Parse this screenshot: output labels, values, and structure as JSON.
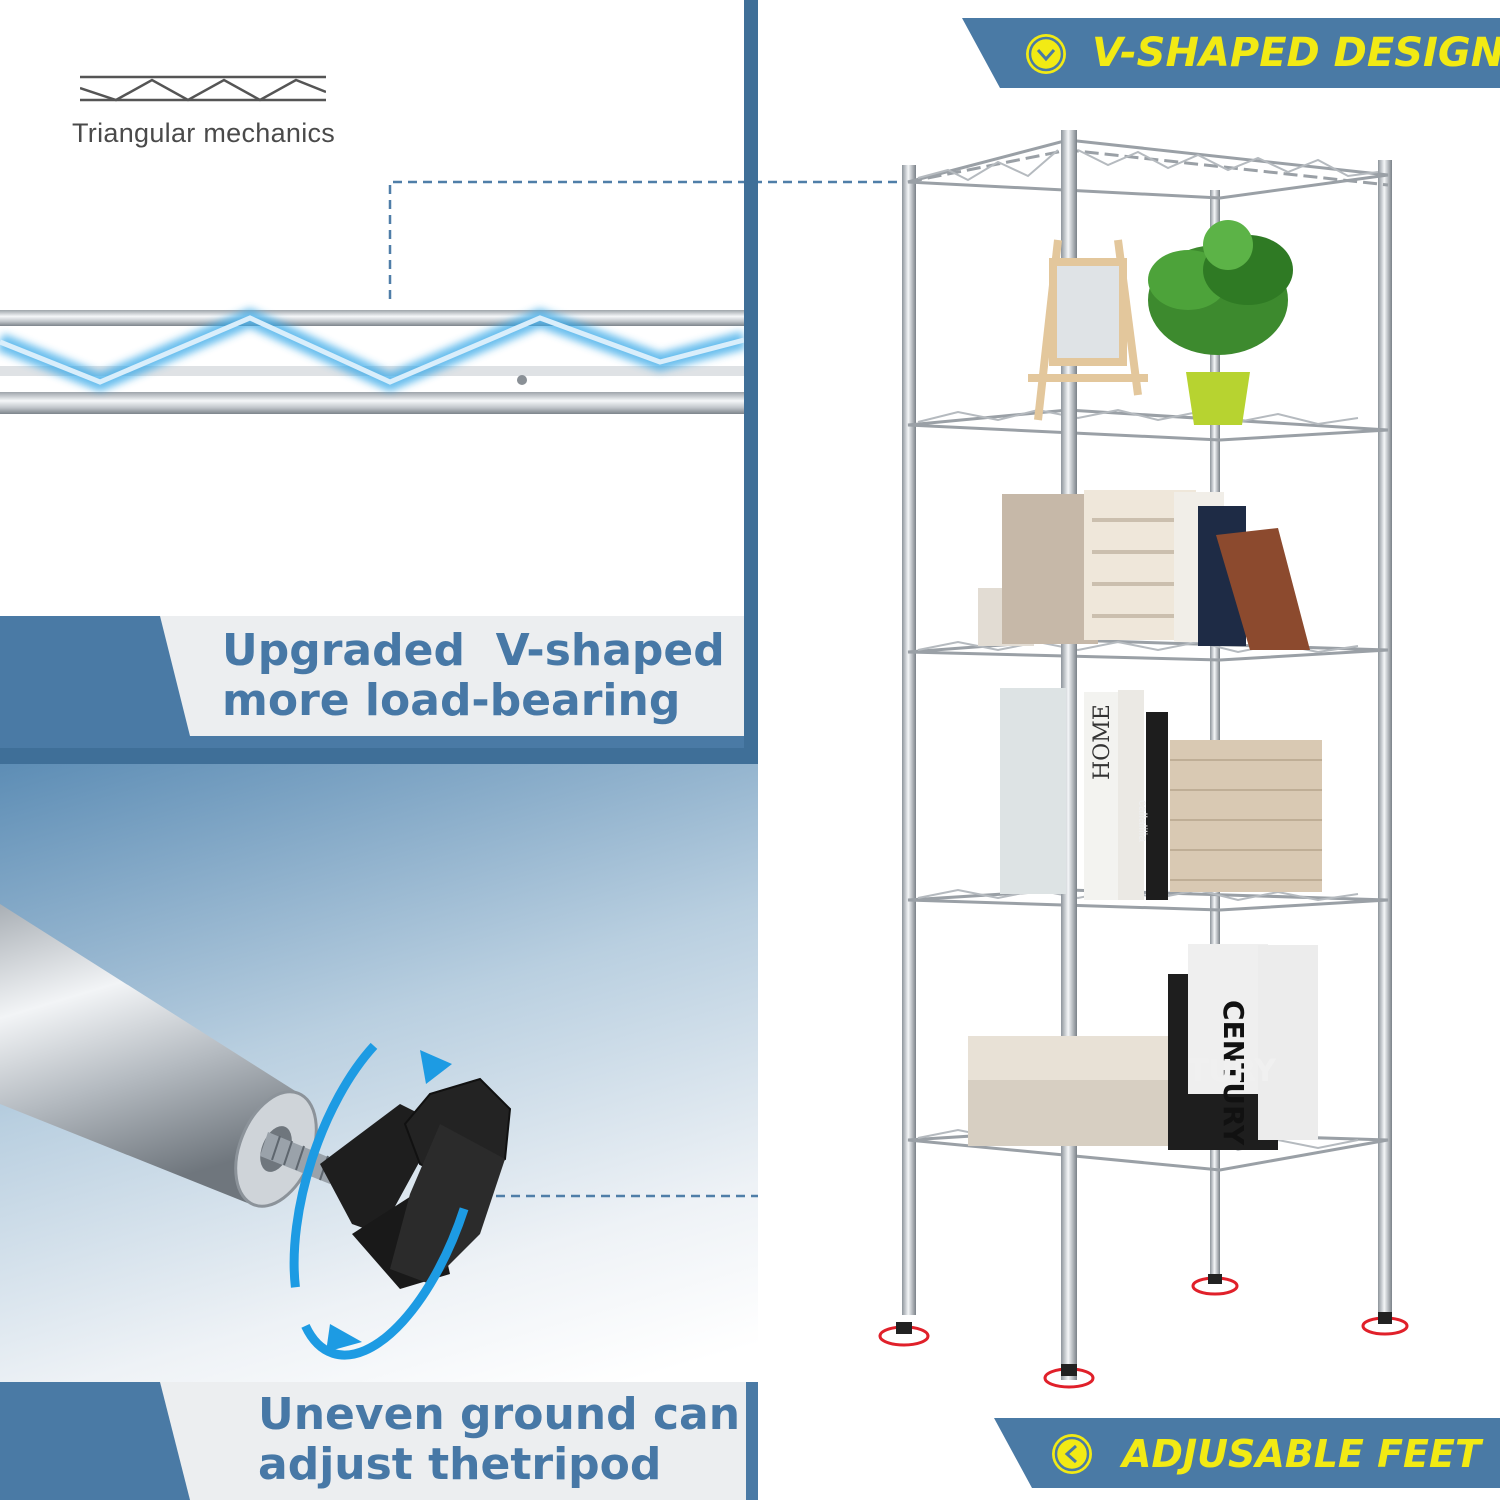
{
  "top_left": {
    "diagram_label": "Triangular mechanics",
    "headline_line1": "Upgraded  V-shaped",
    "headline_line2": "more load-bearing"
  },
  "bottom_left": {
    "headline_line1": "Uneven ground can",
    "headline_line2": "adjust thetripod"
  },
  "right": {
    "top_tag": "V-SHAPED DESIGN",
    "bottom_tag": "ADJUSABLE FEET",
    "book_spines": [
      "HOME",
      "callalilia",
      "CENTURY",
      "TURY"
    ]
  },
  "colors": {
    "brand_blue": "#3f6f98",
    "headline_blue": "#4778a6",
    "tag_yellow": "#f2ea14",
    "highlight_cyan": "#39a9e8"
  },
  "icons": {
    "top_tag_icon": "chevron-down-circle-icon",
    "bottom_tag_icon": "chevron-left-circle-icon"
  }
}
